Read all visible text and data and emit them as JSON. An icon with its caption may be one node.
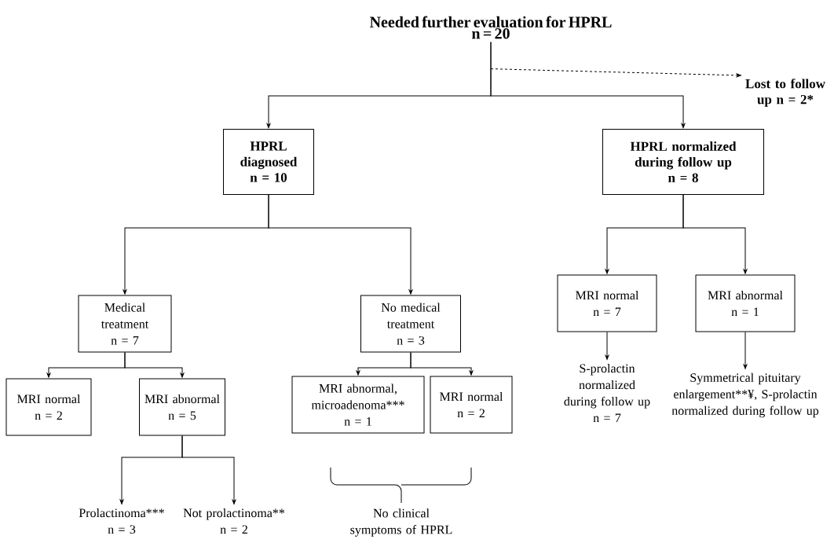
{
  "diagram": {
    "nodes": [
      {
        "text": [
          "Needed further evaluation for HPRL",
          "n = 20"
        ]
      },
      {
        "text": [
          "Lost to follow up n = 2*"
        ]
      },
      {
        "text": [
          "HPRL diagnosed",
          "n = 10"
        ]
      },
      {
        "text": [
          "HPRL normalized during follow up",
          "n = 8"
        ]
      },
      {
        "text": [
          "Medical treatment",
          "n = 7"
        ]
      },
      {
        "text": [
          "No medical treatment",
          "n = 3"
        ]
      },
      {
        "text": [
          "MRI normal",
          "n = 7"
        ]
      },
      {
        "text": [
          "MRI abnormal",
          "n = 1"
        ]
      },
      {
        "text": [
          "MRI normal",
          "n = 2"
        ]
      },
      {
        "text": [
          "MRI abnormal",
          "n = 5"
        ]
      },
      {
        "text": [
          "MRI abnormal, microadenoma***",
          "n = 1"
        ]
      },
      {
        "text": [
          "MRI normal",
          "n = 2"
        ]
      },
      {
        "text": [
          "Prolactinoma***",
          "n = 3"
        ]
      },
      {
        "text": [
          "Not prolactinoma**",
          "n = 2"
        ]
      },
      {
        "text": [
          "S-prolactin normalized during follow up",
          "n = 7"
        ]
      },
      {
        "text": [
          "Symmetrical pituitary enlargement**¥, S-prolactin normalized during follow up"
        ]
      }
    ],
    "edges": [
      {
        "from": 0,
        "to": 1,
        "arrow": "to",
        "style": "dashed"
      },
      {
        "from": 0,
        "to": 2,
        "arrow": "to"
      },
      {
        "from": 0,
        "to": 3,
        "arrow": "to"
      },
      {
        "from": 2,
        "to": 4,
        "arrow": "to"
      },
      {
        "from": 2,
        "to": 5,
        "arrow": "to"
      },
      {
        "from": 3,
        "to": 6,
        "arrow": "to"
      },
      {
        "from": 3,
        "to": 7,
        "arrow": "to"
      },
      {
        "from": 4,
        "to": 8,
        "arrow": "to"
      },
      {
        "from": 4,
        "to": 9,
        "arrow": "to"
      },
      {
        "from": 5,
        "to": 10,
        "arrow": "to"
      },
      {
        "from": 5,
        "to": 11,
        "arrow": "to"
      },
      {
        "from": 9,
        "to": 12,
        "arrow": "to"
      },
      {
        "from": 9,
        "to": 13,
        "arrow": "to"
      },
      {
        "from": 6,
        "to": 14,
        "arrow": "to"
      },
      {
        "from": 7,
        "to": 15,
        "arrow": "to"
      }
    ],
    "labels": [
      "No clinical symptoms of HPRL"
    ]
  }
}
